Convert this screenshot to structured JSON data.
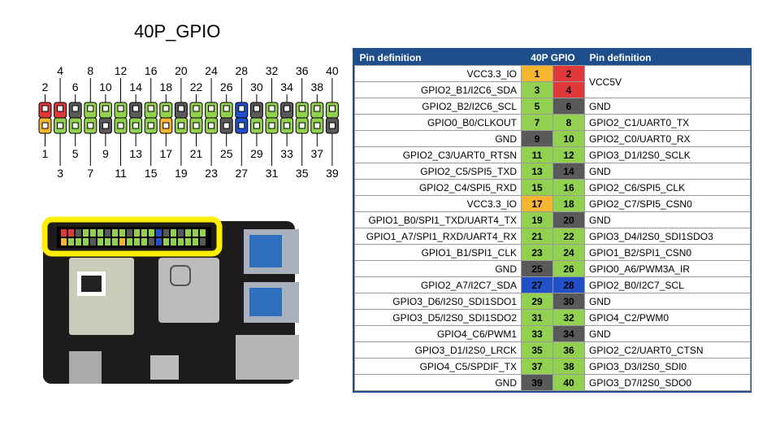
{
  "title": "40P_GPIO",
  "colors": {
    "red": "#e0383a",
    "yellow": "#f4b630",
    "green": "#92d050",
    "gray": "#595959",
    "blue": "#2150c8",
    "header": "#1f4e8c",
    "highlight": "#ffee00"
  },
  "header_pins": {
    "top_labels": [
      "2",
      "4",
      "6",
      "8",
      "10",
      "12",
      "14",
      "16",
      "18",
      "20",
      "22",
      "24",
      "26",
      "28",
      "30",
      "32",
      "34",
      "36",
      "38",
      "40"
    ],
    "bottom_labels": [
      "1",
      "3",
      "5",
      "7",
      "9",
      "11",
      "13",
      "15",
      "17",
      "19",
      "21",
      "23",
      "25",
      "27",
      "29",
      "31",
      "33",
      "35",
      "37",
      "39"
    ]
  },
  "table": {
    "headers": [
      "Pin definition",
      "40P GPIO",
      "Pin definition"
    ],
    "rows": [
      {
        "left": "VCC3.3_IO",
        "ln": "1",
        "lc": "yellow",
        "rn": "2",
        "rc": "red",
        "right": "VCC5V"
      },
      {
        "left": "GPIO2_B1/I2C6_SDA",
        "ln": "3",
        "lc": "green",
        "rn": "4",
        "rc": "red",
        "right": ""
      },
      {
        "left": "GPIO2_B2/I2C6_SCL",
        "ln": "5",
        "lc": "green",
        "rn": "6",
        "rc": "gray",
        "right": "GND"
      },
      {
        "left": "GPIO0_B0/CLKOUT",
        "ln": "7",
        "lc": "green",
        "rn": "8",
        "rc": "green",
        "right": "GPIO2_C1/UART0_TX"
      },
      {
        "left": "GND",
        "ln": "9",
        "lc": "gray",
        "rn": "10",
        "rc": "green",
        "right": "GPIO2_C0/UART0_RX"
      },
      {
        "left": "GPIO2_C3/UART0_RTSN",
        "ln": "11",
        "lc": "green",
        "rn": "12",
        "rc": "green",
        "right": "GPIO3_D1/I2S0_SCLK"
      },
      {
        "left": "GPIO2_C5/SPI5_TXD",
        "ln": "13",
        "lc": "green",
        "rn": "14",
        "rc": "gray",
        "right": "GND"
      },
      {
        "left": "GPIO2_C4/SPI5_RXD",
        "ln": "15",
        "lc": "green",
        "rn": "16",
        "rc": "green",
        "right": "GPIO2_C6/SPI5_CLK"
      },
      {
        "left": "VCC3.3_IO",
        "ln": "17",
        "lc": "yellow",
        "rn": "18",
        "rc": "green",
        "right": "GPIO2_C7/SPI5_CSN0"
      },
      {
        "left": "GPIO1_B0/SPI1_TXD/UART4_TX",
        "ln": "19",
        "lc": "green",
        "rn": "20",
        "rc": "gray",
        "right": "GND"
      },
      {
        "left": "GPIO1_A7/SPI1_RXD/UART4_RX",
        "ln": "21",
        "lc": "green",
        "rn": "22",
        "rc": "green",
        "right": "GPIO3_D4/I2S0_SDI1SDO3"
      },
      {
        "left": "GPIO1_B1/SPI1_CLK",
        "ln": "23",
        "lc": "green",
        "rn": "24",
        "rc": "green",
        "right": "GPIO1_B2/SPI1_CSN0"
      },
      {
        "left": "GND",
        "ln": "25",
        "lc": "gray",
        "rn": "26",
        "rc": "green",
        "right": "GPIO0_A6/PWM3A_IR"
      },
      {
        "left": "GPIO2_A7/I2C7_SDA",
        "ln": "27",
        "lc": "blue",
        "rn": "28",
        "rc": "blue",
        "right": "GPIO2_B0/I2C7_SCL"
      },
      {
        "left": "GPIO3_D6/I2S0_SDI1SDO1",
        "ln": "29",
        "lc": "green",
        "rn": "30",
        "rc": "gray",
        "right": "GND"
      },
      {
        "left": "GPIO3_D5/I2S0_SDI1SDO2",
        "ln": "31",
        "lc": "green",
        "rn": "32",
        "rc": "green",
        "right": "GPIO4_C2/PWM0"
      },
      {
        "left": "GPIO4_C6/PWM1",
        "ln": "33",
        "lc": "green",
        "rn": "34",
        "rc": "gray",
        "right": "GND"
      },
      {
        "left": "GPIO3_D1/I2S0_LRCK",
        "ln": "35",
        "lc": "green",
        "rn": "36",
        "rc": "green",
        "right": "GPIO2_C2/UART0_CTSN"
      },
      {
        "left": "GPIO4_C5/SPDIF_TX",
        "ln": "37",
        "lc": "green",
        "rn": "38",
        "rc": "green",
        "right": "GPIO3_D3/I2S0_SDI0"
      },
      {
        "left": "GND",
        "ln": "39",
        "lc": "gray",
        "rn": "40",
        "rc": "green",
        "right": "GPIO3_D7/I2S0_SDO0"
      }
    ]
  }
}
